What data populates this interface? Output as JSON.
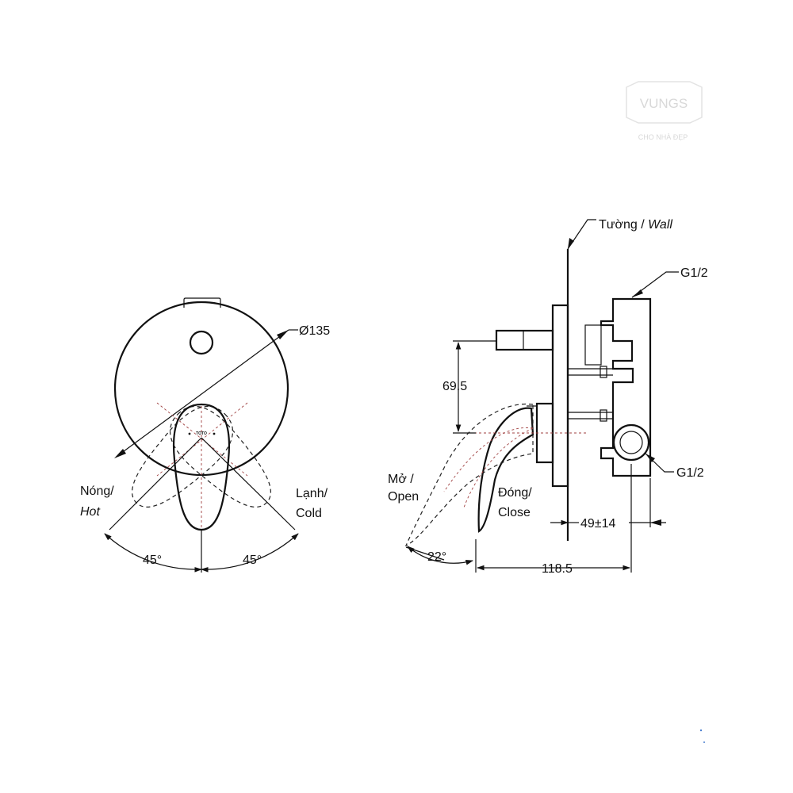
{
  "watermark": {
    "brand": "VUNGS",
    "tagline": "CHO NHÀ ĐẸP"
  },
  "front_view": {
    "diameter_label": "Ø135",
    "hot_label_vi": "Nóng/",
    "hot_label_en": "Hot",
    "cold_label_vi": "Lạnh/",
    "cold_label_en": "Cold",
    "angle_left": "45°",
    "angle_right": "45°",
    "logo_text": "TOTO"
  },
  "side_view": {
    "wall_label_vi": "Tường / ",
    "wall_label_en": "Wall",
    "inlet_top_label": "G1/2",
    "inlet_bottom_label": "G1/2",
    "height_dim": "69.5",
    "open_label_vi": "Mở /",
    "open_label_en": "Open",
    "close_label_vi": "Đóng/",
    "close_label_en": "Close",
    "angle_label": "22°",
    "depth_dim": "49±14",
    "length_dim": "118.5"
  }
}
